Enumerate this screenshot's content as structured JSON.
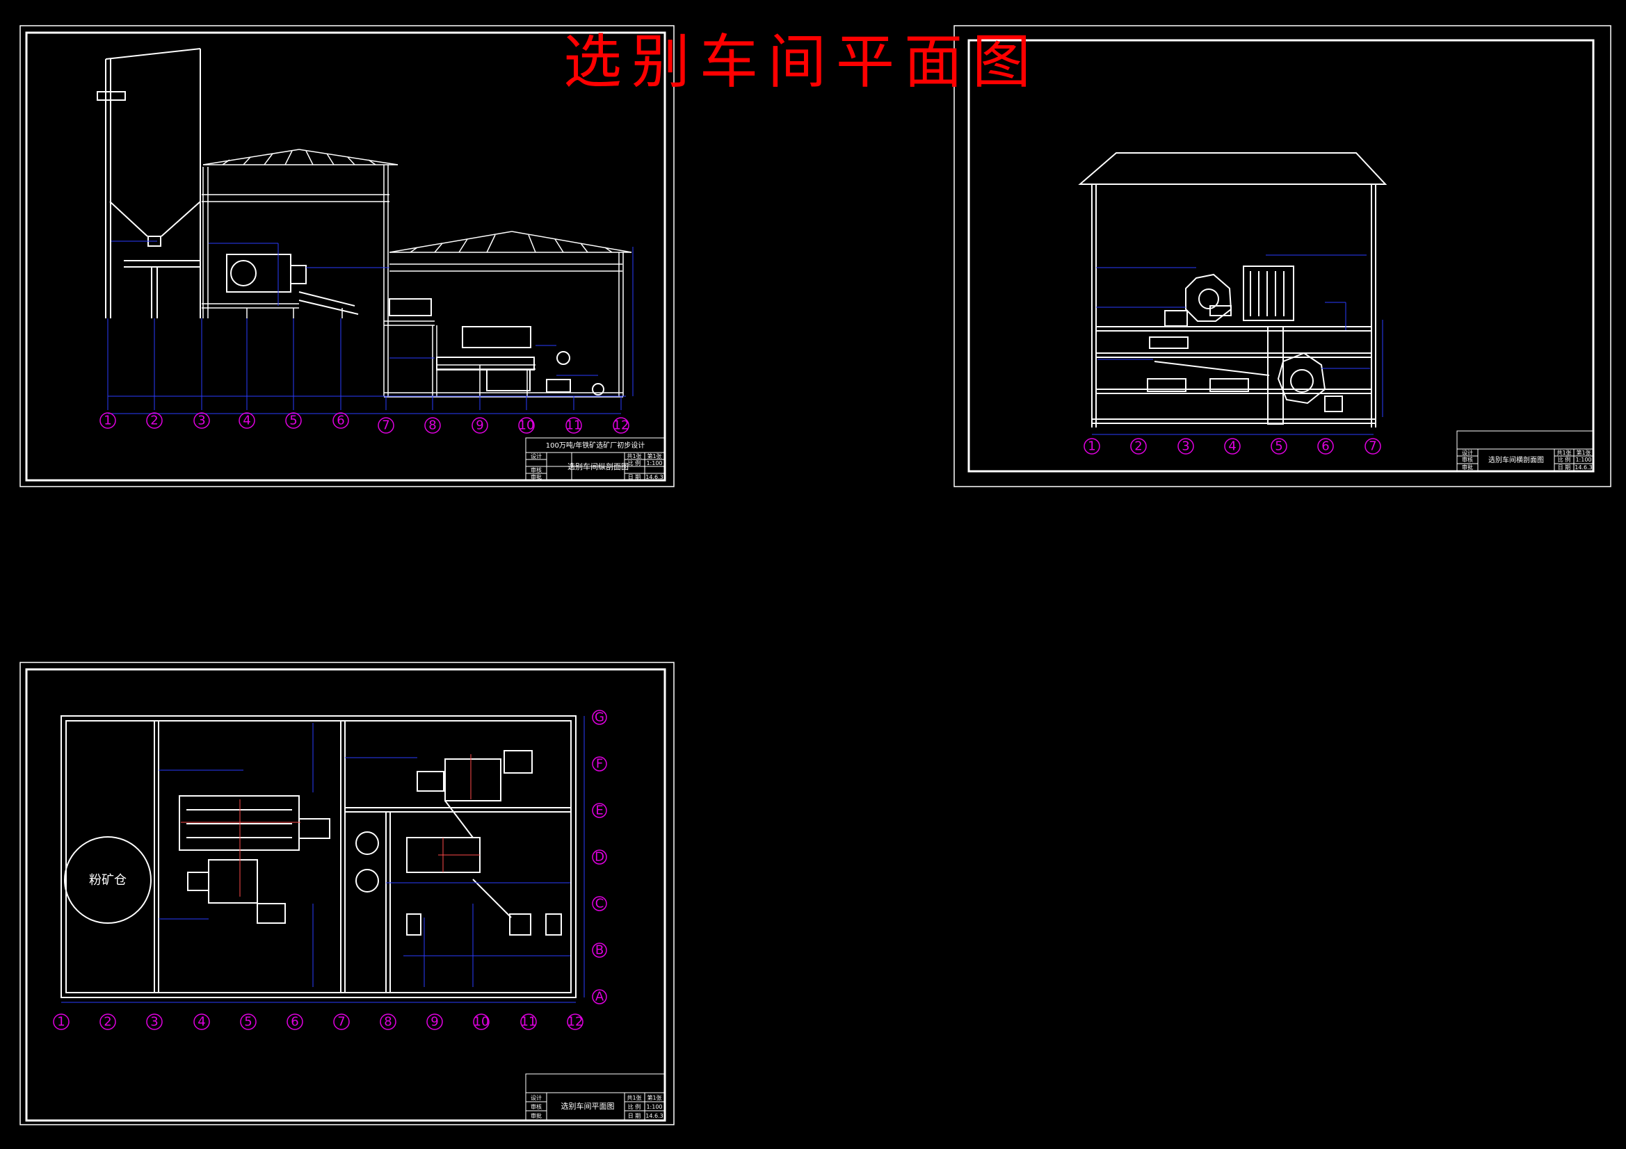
{
  "page_title": "选别车间平面图",
  "colors": {
    "background": "#000000",
    "frame": "#ffffff",
    "title": "#ff0000",
    "dimension": "#2a3cff",
    "grid_axis": "#e000e0",
    "member": "#ff4a4a"
  },
  "sheet_a": {
    "title_block": {
      "project": "100万吨/年铁矿选矿厂初步设计",
      "drawing_name": "选别车间纵剖面图",
      "roles": [
        "设计",
        "审核",
        "审批"
      ],
      "cells": [
        "共1张",
        "第1张",
        "比 例",
        "1:100",
        "日 期",
        "14.6.3"
      ]
    },
    "axes": [
      "1",
      "2",
      "3",
      "4",
      "5",
      "6",
      "7",
      "8",
      "9",
      "10",
      "11",
      "12"
    ]
  },
  "sheet_b": {
    "title_block": {
      "drawing_name": "选别车间横剖面图",
      "roles": [
        "设计",
        "审核",
        "审批"
      ],
      "cells": [
        "共1张",
        "第1张",
        "比 例",
        "1:100",
        "日 期",
        "14.6.3"
      ]
    },
    "axes": [
      "1",
      "2",
      "3",
      "4",
      "5",
      "6",
      "7"
    ]
  },
  "sheet_c": {
    "silo_label": "粉矿仓",
    "title_block": {
      "drawing_name": "选别车间平面图",
      "roles": [
        "设计",
        "审核",
        "审批"
      ],
      "cells": [
        "共1张",
        "第1张",
        "比 例",
        "1:100",
        "日 期",
        "14.6.3"
      ]
    },
    "axes_bottom": [
      "1",
      "2",
      "3",
      "4",
      "5",
      "6",
      "7",
      "8",
      "9",
      "10",
      "11",
      "12"
    ],
    "axes_right": [
      "A",
      "B",
      "C",
      "D",
      "E",
      "F",
      "G"
    ]
  }
}
